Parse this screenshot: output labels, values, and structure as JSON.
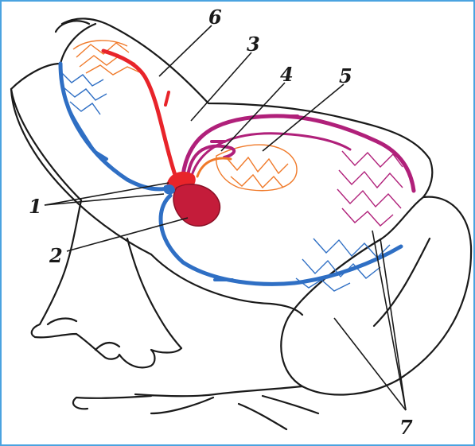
{
  "figure": {
    "frame_color": "#4aa3e0",
    "outline_color": "#1a1a1a",
    "colors": {
      "arterial": "#e8242a",
      "venous": "#2f6fc4",
      "mixed": "#b0207a",
      "heart": "#c41c3a",
      "capillary_orange": "#f07a2a"
    },
    "labels": [
      "1",
      "2",
      "3",
      "4",
      "5",
      "6",
      "7"
    ]
  }
}
